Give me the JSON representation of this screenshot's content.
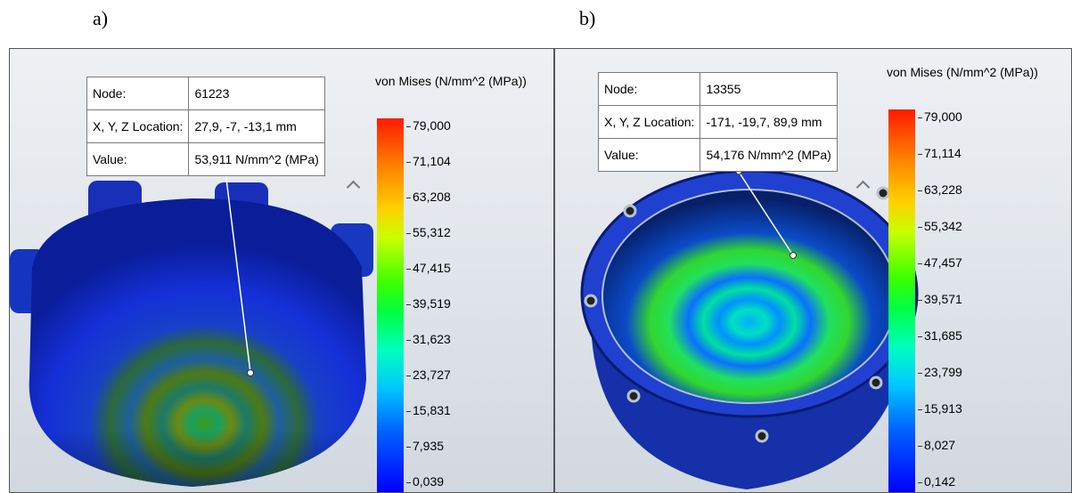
{
  "labels": {
    "a": "a)",
    "b": "b)"
  },
  "panel_a": {
    "probe": {
      "node_label": "Node:",
      "node_value": "61223",
      "loc_label": "X, Y, Z Location:",
      "loc_value": "27,9, -7, -13,1 mm",
      "value_label": "Value:",
      "value_value": "53,911 N/mm^2 (MPa)"
    },
    "scale_title": "von Mises (N/mm^2 (MPa))",
    "ticks": [
      "79,000",
      "71,104",
      "63,208",
      "55,312",
      "47,415",
      "39,519",
      "31,623",
      "23,727",
      "15,831",
      "7,935",
      "0,039"
    ]
  },
  "panel_b": {
    "probe": {
      "node_label": "Node:",
      "node_value": "13355",
      "loc_label": "X, Y, Z Location:",
      "loc_value": "-171, -19,7, 89,9 mm",
      "value_label": "Value:",
      "value_value": "54,176 N/mm^2 (MPa)"
    },
    "scale_title": "von Mises (N/mm^2 (MPa))",
    "ticks": [
      "79,000",
      "71,114",
      "63,228",
      "55,342",
      "47,457",
      "39,571",
      "31,685",
      "23,799",
      "15,913",
      "8,027",
      "0,142"
    ]
  },
  "colors": {
    "max": "#ff1a00",
    "min": "#0000ff"
  }
}
